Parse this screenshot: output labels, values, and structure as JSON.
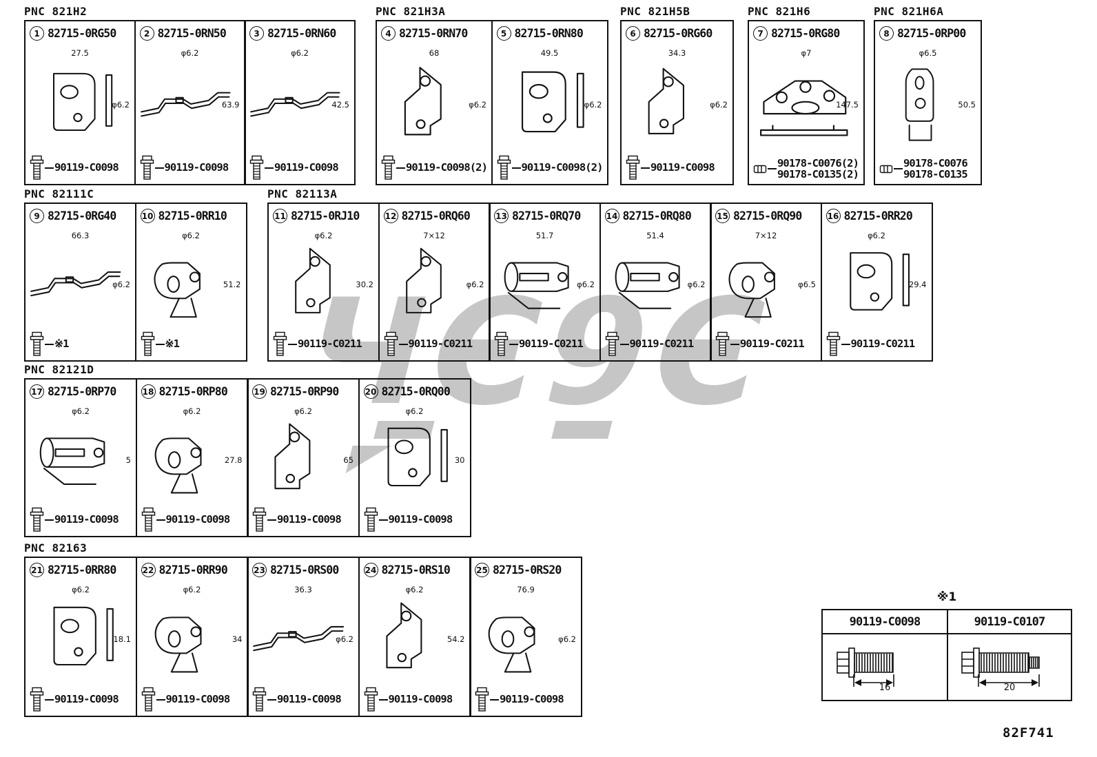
{
  "figure_code": "82F741",
  "colors": {
    "line": "#111111",
    "background": "#ffffff",
    "watermark": "#c6c6c6"
  },
  "rows": [
    {
      "groups": [
        {
          "pnc": "PNC 821H2",
          "cells": [
            {
              "num": "1",
              "part": "82715-0RG50",
              "dims": [
                "27.5",
                "φ6.2"
              ],
              "fastener_icon": "bolt",
              "fasteners": [
                "90119-C0098"
              ]
            },
            {
              "num": "2",
              "part": "82715-0RN50",
              "dims": [
                "φ6.2",
                "63.9"
              ],
              "fastener_icon": "bolt",
              "fasteners": [
                "90119-C0098"
              ]
            },
            {
              "num": "3",
              "part": "82715-0RN60",
              "dims": [
                "φ6.2",
                "42.5"
              ],
              "fastener_icon": "bolt",
              "fasteners": [
                "90119-C0098"
              ]
            }
          ]
        },
        {
          "pnc": "PNC 821H3A",
          "cells": [
            {
              "num": "4",
              "part": "82715-0RN70",
              "dims": [
                "68",
                "φ6.2"
              ],
              "fastener_icon": "bolt",
              "fasteners": [
                "90119-C0098(2)"
              ]
            },
            {
              "num": "5",
              "part": "82715-0RN80",
              "dims": [
                "49.5",
                "φ6.2"
              ],
              "fastener_icon": "bolt",
              "fasteners": [
                "90119-C0098(2)"
              ]
            }
          ]
        },
        {
          "pnc": "PNC 821H5B",
          "cells": [
            {
              "num": "6",
              "part": "82715-0RG60",
              "dims": [
                "34.3",
                "φ6.2"
              ],
              "fastener_icon": "bolt",
              "fasteners": [
                "90119-C0098"
              ]
            }
          ]
        },
        {
          "pnc": "PNC 821H6",
          "cells": [
            {
              "num": "7",
              "part": "82715-0RG80",
              "dims": [
                "φ7",
                "147.5"
              ],
              "fastener_icon": "nut",
              "fasteners": [
                "90178-C0076(2)",
                "90178-C0135(2)"
              ]
            }
          ]
        },
        {
          "pnc": "PNC 821H6A",
          "cells": [
            {
              "num": "8",
              "part": "82715-0RP00",
              "dims": [
                "φ6.5",
                "50.5"
              ],
              "fastener_icon": "nut",
              "fasteners": [
                "90178-C0076",
                "90178-C0135"
              ]
            }
          ]
        }
      ]
    },
    {
      "groups": [
        {
          "pnc": "PNC 82111C",
          "cells": [
            {
              "num": "9",
              "part": "82715-0RG40",
              "dims": [
                "66.3",
                "φ6.2"
              ],
              "fastener_icon": "bolt",
              "fasteners": [
                "※1"
              ]
            },
            {
              "num": "10",
              "part": "82715-0RR10",
              "dims": [
                "φ6.2",
                "51.2"
              ],
              "fastener_icon": "bolt",
              "fasteners": [
                "※1"
              ]
            }
          ]
        },
        {
          "pnc": "PNC 82113A",
          "cells": [
            {
              "num": "11",
              "part": "82715-0RJ10",
              "dims": [
                "φ6.2",
                "30.2"
              ],
              "fastener_icon": "bolt",
              "fasteners": [
                "90119-C0211"
              ]
            },
            {
              "num": "12",
              "part": "82715-0RQ60",
              "dims": [
                "7×12",
                "φ6.2"
              ],
              "fastener_icon": "bolt",
              "fasteners": [
                "90119-C0211"
              ]
            },
            {
              "num": "13",
              "part": "82715-0RQ70",
              "dims": [
                "51.7",
                "φ6.2"
              ],
              "fastener_icon": "bolt",
              "fasteners": [
                "90119-C0211"
              ]
            },
            {
              "num": "14",
              "part": "82715-0RQ80",
              "dims": [
                "51.4",
                "φ6.2"
              ],
              "fastener_icon": "bolt",
              "fasteners": [
                "90119-C0211"
              ]
            },
            {
              "num": "15",
              "part": "82715-0RQ90",
              "dims": [
                "7×12",
                "φ6.5"
              ],
              "fastener_icon": "bolt",
              "fasteners": [
                "90119-C0211"
              ]
            },
            {
              "num": "16",
              "part": "82715-0RR20",
              "dims": [
                "φ6.2",
                "29.4"
              ],
              "fastener_icon": "bolt",
              "fasteners": [
                "90119-C0211"
              ]
            }
          ]
        }
      ]
    },
    {
      "groups": [
        {
          "pnc": "PNC 82121D",
          "cells": [
            {
              "num": "17",
              "part": "82715-0RP70",
              "dims": [
                "φ6.2",
                "5"
              ],
              "fastener_icon": "bolt",
              "fasteners": [
                "90119-C0098"
              ]
            },
            {
              "num": "18",
              "part": "82715-0RP80",
              "dims": [
                "φ6.2",
                "27.8"
              ],
              "fastener_icon": "bolt",
              "fasteners": [
                "90119-C0098"
              ]
            },
            {
              "num": "19",
              "part": "82715-0RP90",
              "dims": [
                "φ6.2",
                "65"
              ],
              "fastener_icon": "bolt",
              "fasteners": [
                "90119-C0098"
              ]
            },
            {
              "num": "20",
              "part": "82715-0RQ00",
              "dims": [
                "φ6.2",
                "30"
              ],
              "fastener_icon": "bolt",
              "fasteners": [
                "90119-C0098"
              ]
            }
          ]
        }
      ]
    },
    {
      "groups": [
        {
          "pnc": "PNC 82163",
          "cells": [
            {
              "num": "21",
              "part": "82715-0RR80",
              "dims": [
                "φ6.2",
                "18.1"
              ],
              "fastener_icon": "bolt",
              "fasteners": [
                "90119-C0098"
              ]
            },
            {
              "num": "22",
              "part": "82715-0RR90",
              "dims": [
                "φ6.2",
                "34"
              ],
              "fastener_icon": "bolt",
              "fasteners": [
                "90119-C0098"
              ]
            },
            {
              "num": "23",
              "part": "82715-0RS00",
              "dims": [
                "36.3",
                "φ6.2"
              ],
              "fastener_icon": "bolt",
              "fasteners": [
                "90119-C0098"
              ]
            },
            {
              "num": "24",
              "part": "82715-0RS10",
              "dims": [
                "φ6.2",
                "54.2"
              ],
              "fastener_icon": "bolt",
              "fasteners": [
                "90119-C0098"
              ]
            },
            {
              "num": "25",
              "part": "82715-0RS20",
              "dims": [
                "76.9",
                "φ6.2"
              ],
              "fastener_icon": "bolt",
              "fasteners": [
                "90119-C0098"
              ]
            }
          ]
        }
      ]
    }
  ],
  "footnote": {
    "title": "※1",
    "columns": [
      {
        "part": "90119-C0098",
        "length": "16"
      },
      {
        "part": "90119-C0107",
        "length": "20"
      }
    ]
  }
}
